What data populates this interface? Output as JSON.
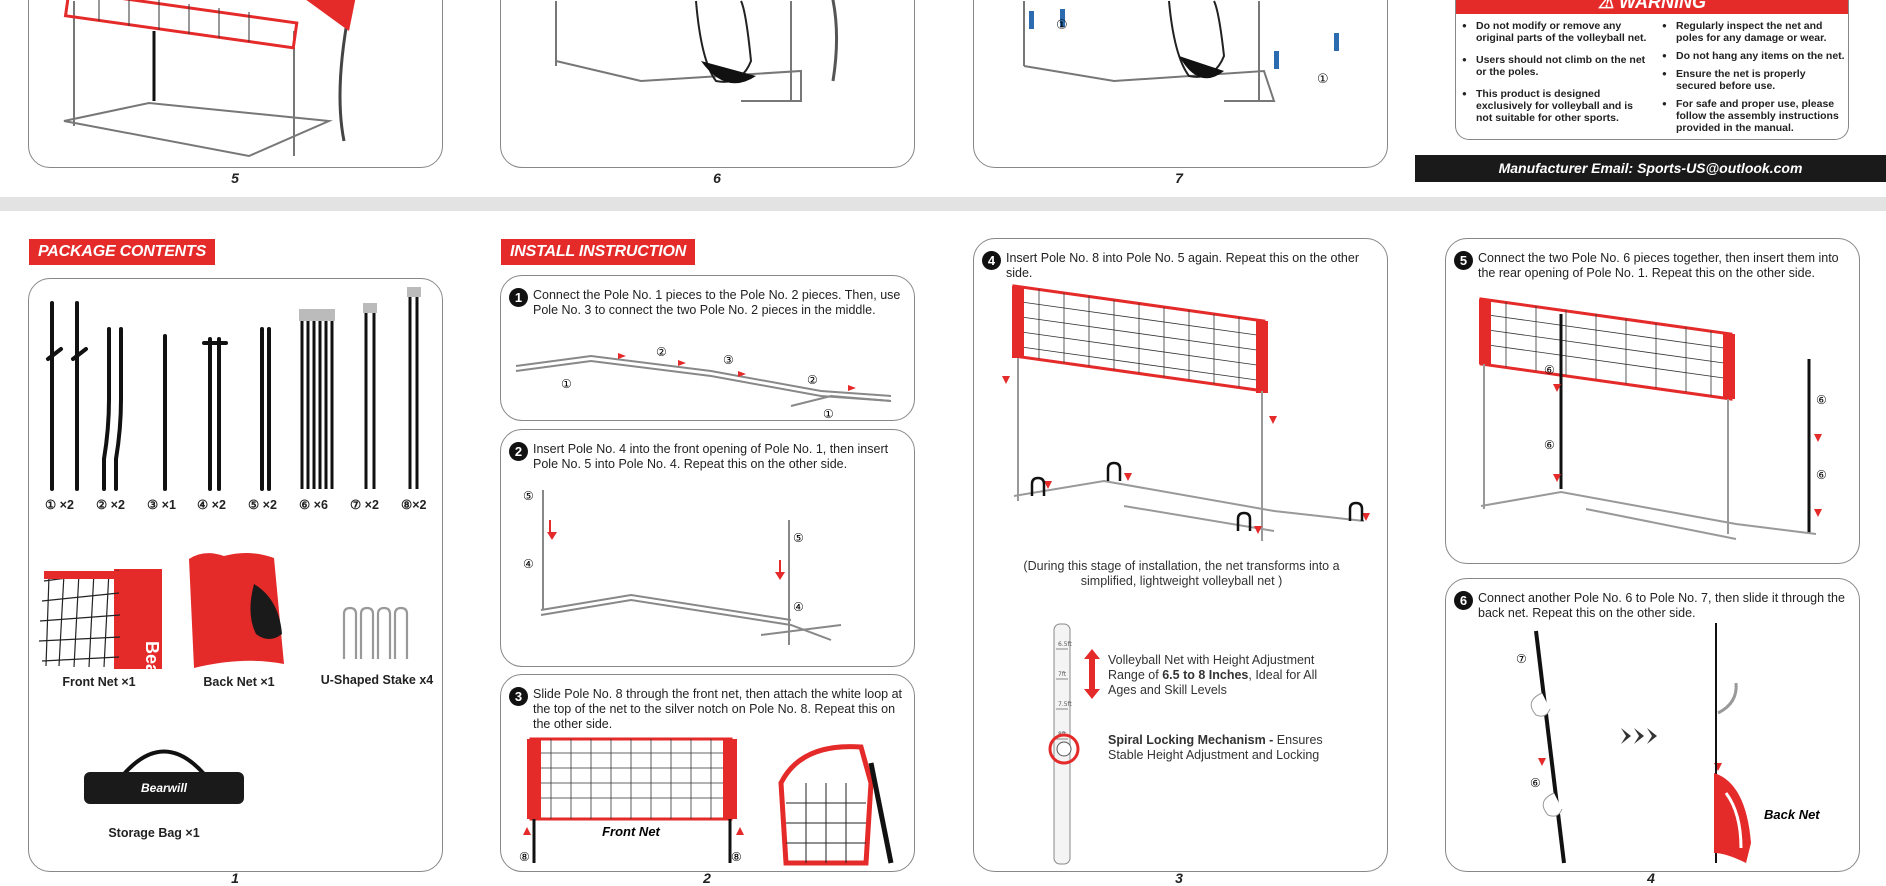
{
  "top_row": {
    "panel_numbers": [
      "5",
      "6",
      "7"
    ]
  },
  "warning": {
    "title": "⚠ WARNING",
    "items_left": [
      "Do not modify or remove any original parts of the volleyball net.",
      "Users should not climb on the net or the poles.",
      "This product is designed exclusively for volleyball and is not suitable for other sports."
    ],
    "items_right": [
      "Regularly inspect the net and poles for any damage or wear.",
      "Do not hang any items on the net.",
      "Ensure the net is properly secured before use.",
      "For safe and proper use, please follow the assembly instructions provided in the manual."
    ],
    "email": "Manufacturer Email: Sports-US@outlook.com"
  },
  "package": {
    "title": "PACKAGE CONTENTS",
    "pole_labels": [
      "① ×2",
      "② ×2",
      "③ ×1",
      "④ ×2",
      "⑤ ×2",
      "⑥ ×6",
      "⑦ ×2",
      "⑧×2"
    ],
    "items": [
      "Front Net ×1",
      "Back Net ×1",
      "U-Shaped Stake x4",
      "Storage Bag ×1"
    ],
    "brand": "Bearwill"
  },
  "install": {
    "title": "INSTALL INSTRUCTION",
    "step1": {
      "num": "1",
      "text": "Connect the Pole No. 1 pieces to the Pole No. 2 pieces. Then, use Pole No. 3 to connect the two Pole No. 2 pieces in the middle."
    },
    "step2": {
      "num": "2",
      "text": "Insert Pole No. 4 into the front opening of Pole No. 1, then insert Pole No. 5 into Pole No. 4. Repeat this on the other side."
    },
    "step3": {
      "num": "3",
      "text": "Slide Pole No. 8 through the front net, then attach the white loop at the top of the net to the silver notch on Pole No. 8. Repeat this on the other side.",
      "net_label": "Front Net"
    }
  },
  "step4": {
    "num": "4",
    "text": "Insert Pole No. 8 into Pole No. 5 again. Repeat this on the other side.",
    "note": "(During this stage of installation, the net transforms into a simplified, lightweight volleyball net )",
    "feature1_pre": "Volleyball Net with Height Adjustment Range of ",
    "feature1_bold": "6.5 to 8 Inches",
    "feature1_post": ", Ideal for All Ages and Skill Levels",
    "feature2_bold": "Spiral Locking Mechanism -",
    "feature2_post": " Ensures Stable Height Adjustment and Locking",
    "ruler_ticks": [
      "6.5ft",
      "7ft",
      "7.5ft",
      "8ft"
    ]
  },
  "step5": {
    "num": "5",
    "text": "Connect the two Pole No. 6 pieces together, then insert them into the rear opening of Pole No. 1. Repeat this on the other side."
  },
  "step6": {
    "num": "6",
    "text": "Connect another Pole No. 6 to Pole No. 7, then slide it through the back net. Repeat this on the other side.",
    "back_net_label": "Back Net"
  },
  "bottom_numbers": [
    "1",
    "2",
    "3",
    "4"
  ],
  "colors": {
    "accent": "#e52a2a",
    "dark": "#1a1a1a"
  }
}
